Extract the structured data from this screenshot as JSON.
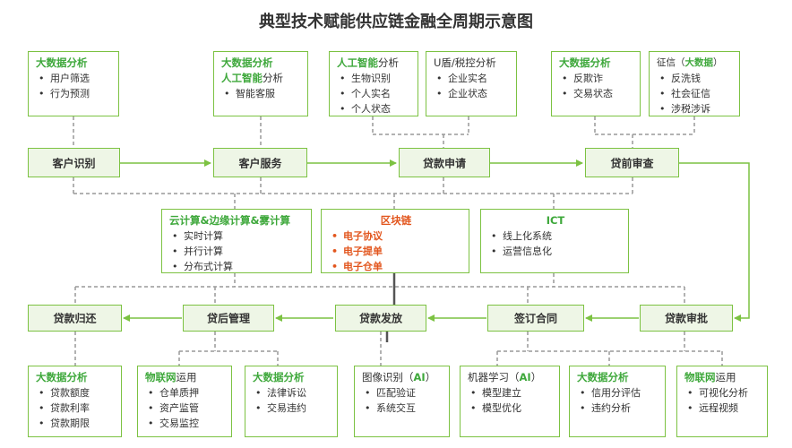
{
  "title": "典型技术赋能供应链金融全周期示意图",
  "process_top": [
    "客户识别",
    "客户服务",
    "贷款申请",
    "贷前审查"
  ],
  "process_bottom": [
    "贷款归还",
    "贷后管理",
    "贷款发放",
    "签订合同",
    "贷款审批"
  ],
  "top_boxes": [
    {
      "h1": "大数据分析",
      "h1b": "",
      "h2": "",
      "h2b": "",
      "items": [
        "用户筛选",
        "行为预测"
      ]
    },
    {
      "h1": "大数据分析",
      "h1b": "",
      "h2": "人工智能",
      "h2b": "分析",
      "items": [
        "智能客服"
      ]
    },
    {
      "h1": "人工智能",
      "h1b": "分析",
      "h2": "",
      "h2b": "",
      "items": [
        "生物识别",
        "个人实名",
        "个人状态"
      ]
    },
    {
      "h1": "",
      "h1b": "U盾/税控分析",
      "h2": "",
      "h2b": "",
      "items": [
        "企业实名",
        "企业状态"
      ]
    },
    {
      "h1": "大数据分析",
      "h1b": "",
      "h2": "",
      "h2b": "",
      "items": [
        "反欺诈",
        "交易状态"
      ]
    },
    {
      "h1": "",
      "h1b": "征信（",
      "h1c": "大数据",
      "h1d": "）",
      "items": [
        "反洗钱",
        "社会征信",
        "涉税涉诉"
      ]
    }
  ],
  "mid_boxes": [
    {
      "title": "云计算&边缘计算&雾计算",
      "items": [
        "实时计算",
        "并行计算",
        "分布式计算"
      ]
    },
    {
      "title": "区块链",
      "items": [
        "电子协议",
        "电子提单",
        "电子仓单"
      ]
    },
    {
      "title": "ICT",
      "items": [
        "线上化系统",
        "运营信息化"
      ]
    }
  ],
  "bottom_boxes": [
    {
      "h": "大数据分析",
      "hb": "",
      "items": [
        "贷款额度",
        "贷款利率",
        "贷款期限"
      ]
    },
    {
      "h": "物联网",
      "hb": "运用",
      "items": [
        "仓单质押",
        "资产监管",
        "交易监控"
      ]
    },
    {
      "h": "大数据分析",
      "hb": "",
      "items": [
        "法律诉讼",
        "交易违约"
      ]
    },
    {
      "h": "",
      "hb": "图像识别（",
      "hc": "AI",
      "hd": "）",
      "items": [
        "匹配验证",
        "系统交互"
      ]
    },
    {
      "h": "",
      "hb": "机器学习（",
      "hc": "AI",
      "hd": "）",
      "items": [
        "模型建立",
        "模型优化"
      ]
    },
    {
      "h": "大数据分析",
      "hb": "",
      "items": [
        "信用分评估",
        "违约分析"
      ]
    },
    {
      "h": "物联网",
      "hb": "运用",
      "items": [
        "可视化分析",
        "远程视频"
      ]
    }
  ],
  "colors": {
    "green": "#7cc242",
    "green_text": "#3ea83b",
    "red_text": "#e2561e",
    "process_fill": "#eef6e6",
    "dash": "#999999"
  }
}
